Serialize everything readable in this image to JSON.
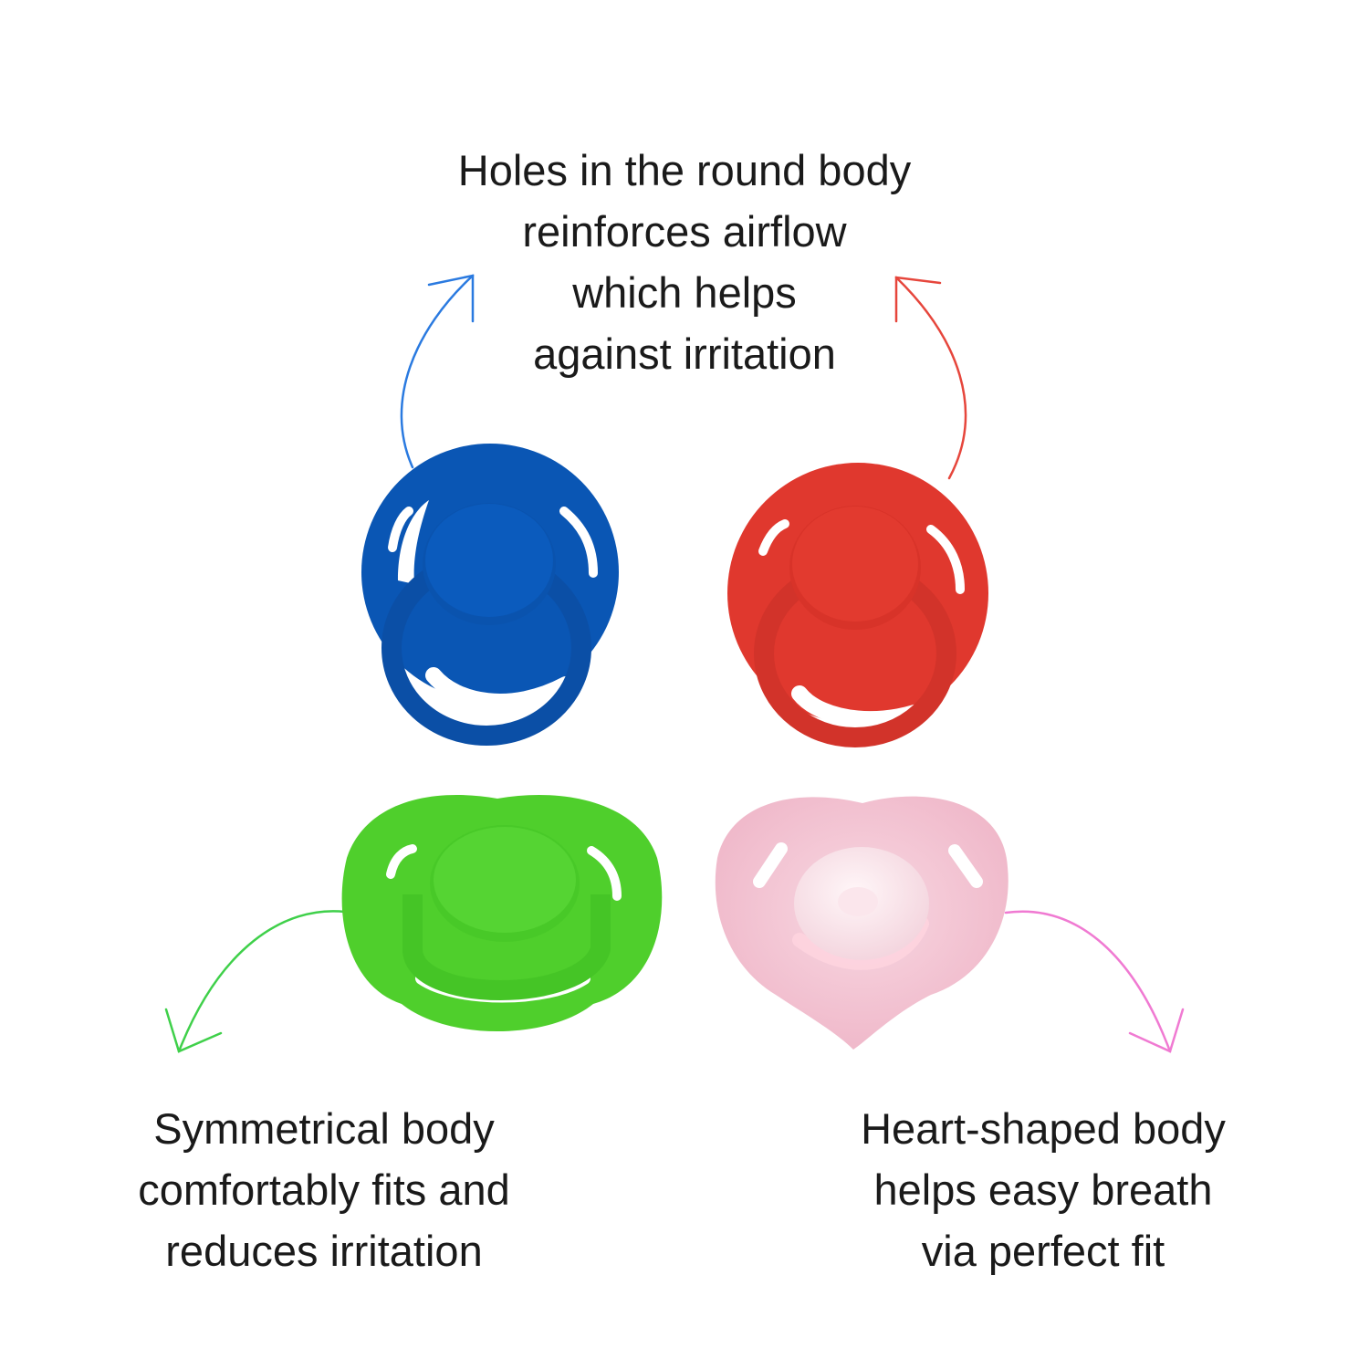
{
  "captions": {
    "top": [
      "Holes in the round body",
      "reinforces airflow",
      "which helps",
      "against irritation"
    ],
    "bottom_left": [
      "Symmetrical body",
      "comfortably fits and",
      "reduces irritation"
    ],
    "bottom_right": [
      "Heart-shaped body",
      "helps easy breath",
      "via perfect fit"
    ]
  },
  "colors": {
    "blue": "#0a56b4",
    "red": "#e0382e",
    "green": "#4fcf2c",
    "pink": "#f4c4d2",
    "text": "#1a1a1a"
  }
}
